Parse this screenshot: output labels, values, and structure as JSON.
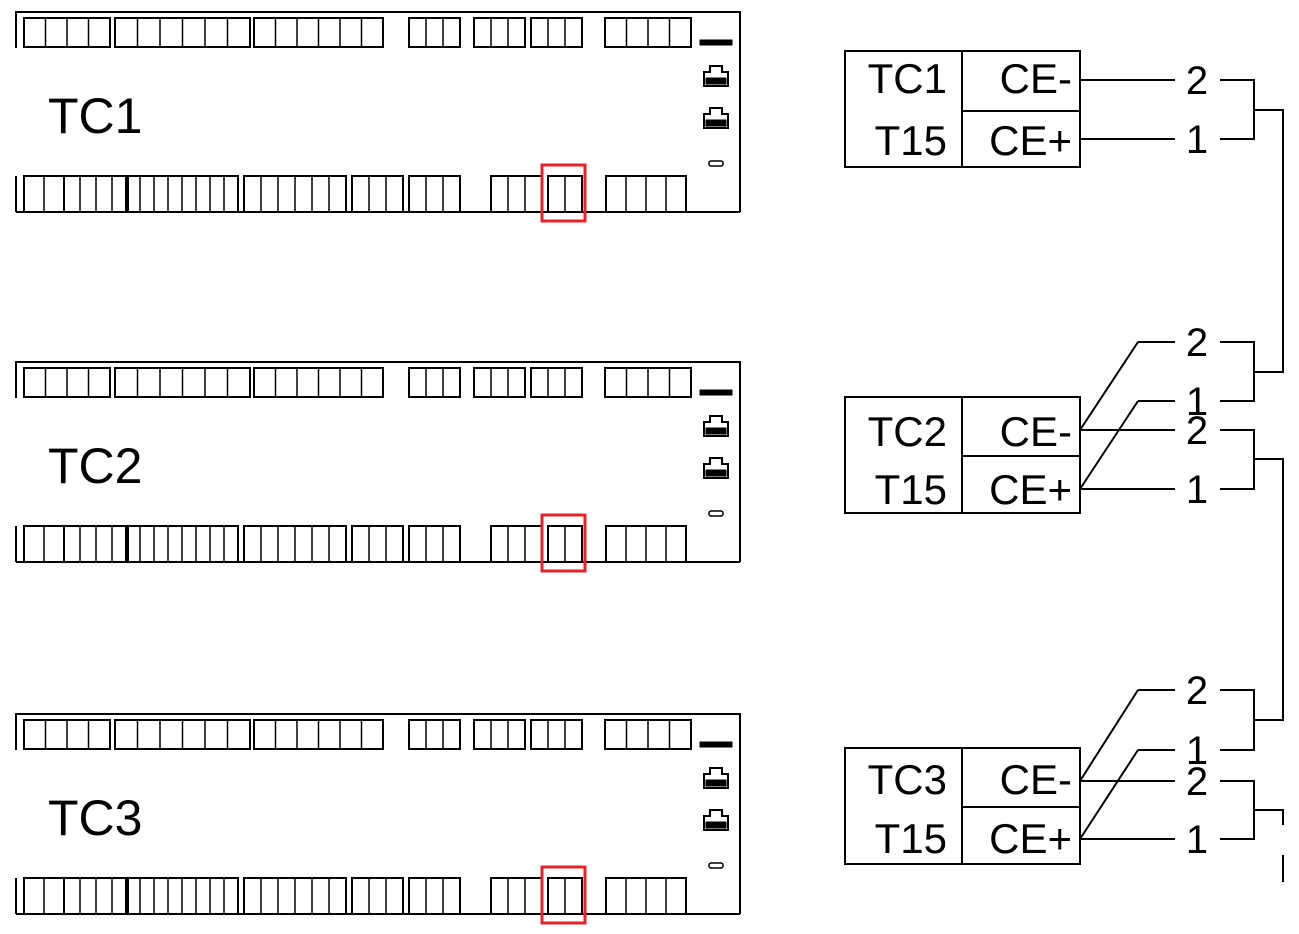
{
  "controllers": [
    {
      "label": "TC1",
      "table": {
        "row1": "TC1",
        "row2": "T15"
      }
    },
    {
      "label": "TC2",
      "table": {
        "row1": "TC2",
        "row2": "T15"
      }
    },
    {
      "label": "TC3",
      "table": {
        "row1": "TC3",
        "row2": "T15"
      }
    }
  ],
  "terminals": {
    "ce_minus": "CE-",
    "ce_plus": "CE+"
  },
  "wires": {
    "two": "2",
    "one": "1"
  },
  "colors": {
    "line": "#000000",
    "highlight": "#e0262b"
  }
}
